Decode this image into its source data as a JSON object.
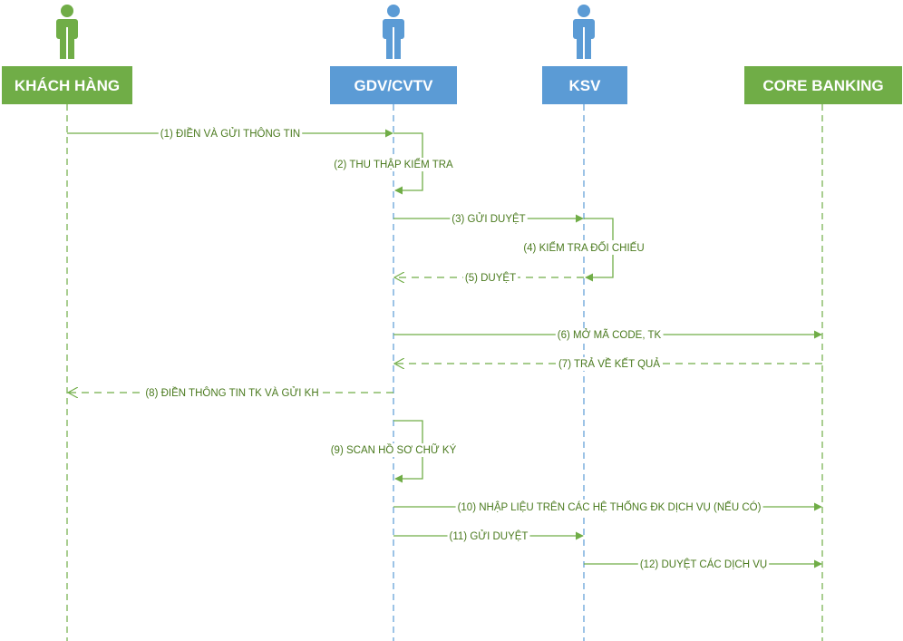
{
  "colors": {
    "green": "#70ad47",
    "blue": "#5b9bd5",
    "arrow": "#70ad47",
    "label_text": "#4a7a1e"
  },
  "actors": [
    {
      "id": "kh",
      "label": "KHÁCH HÀNG",
      "color": "#70ad47",
      "icon": "person-icon"
    },
    {
      "id": "gdv",
      "label": "GDV/CVTV",
      "color": "#5b9bd5",
      "icon": "person-icon"
    },
    {
      "id": "ksv",
      "label": "KSV",
      "color": "#5b9bd5",
      "icon": "person-icon"
    },
    {
      "id": "core",
      "label": "CORE BANKING",
      "color": "#70ad47",
      "icon": null
    }
  ],
  "messages": [
    {
      "label": "(1) ĐIỀN VÀ GỬI THÔNG TIN",
      "from": "kh",
      "to": "gdv",
      "style": "solid",
      "step": 1
    },
    {
      "label": "(2) THU THẬP KIỂM TRA",
      "from": "gdv",
      "to": "gdv",
      "style": "self",
      "step": 2
    },
    {
      "label": "(3) GỬI DUYỆT",
      "from": "gdv",
      "to": "ksv",
      "style": "solid",
      "step": 3
    },
    {
      "label": "(4) KIỂM TRA ĐỐI CHIẾU",
      "from": "ksv",
      "to": "ksv",
      "style": "self",
      "step": 4
    },
    {
      "label": "(5) DUYỆT",
      "from": "ksv",
      "to": "gdv",
      "style": "dashed",
      "step": 5
    },
    {
      "label": "(6) MỞ MÃ CODE, TK",
      "from": "gdv",
      "to": "core",
      "style": "solid",
      "step": 6
    },
    {
      "label": "(7) TRẢ VỀ KẾT QUẢ",
      "from": "core",
      "to": "gdv",
      "style": "dashed",
      "step": 7
    },
    {
      "label": "(8) ĐIỀN THÔNG TIN TK VÀ GỬI KH",
      "from": "gdv",
      "to": "kh",
      "style": "dashed",
      "step": 8
    },
    {
      "label": "(9) SCAN HỒ SƠ CHỮ KÝ",
      "from": "gdv",
      "to": "gdv",
      "style": "self",
      "step": 9
    },
    {
      "label": "(10) NHẬP LIỆU TRÊN CÁC HỆ THỐNG ĐK DỊCH VỤ (NẾU CÓ)",
      "from": "gdv",
      "to": "core",
      "style": "solid",
      "step": 10
    },
    {
      "label": "(11) GỬI DUYỆT",
      "from": "gdv",
      "to": "ksv",
      "style": "solid",
      "step": 11
    },
    {
      "label": "(12) DUYỆT CÁC DỊCH VỤ",
      "from": "ksv",
      "to": "core",
      "style": "solid",
      "step": 12
    }
  ]
}
